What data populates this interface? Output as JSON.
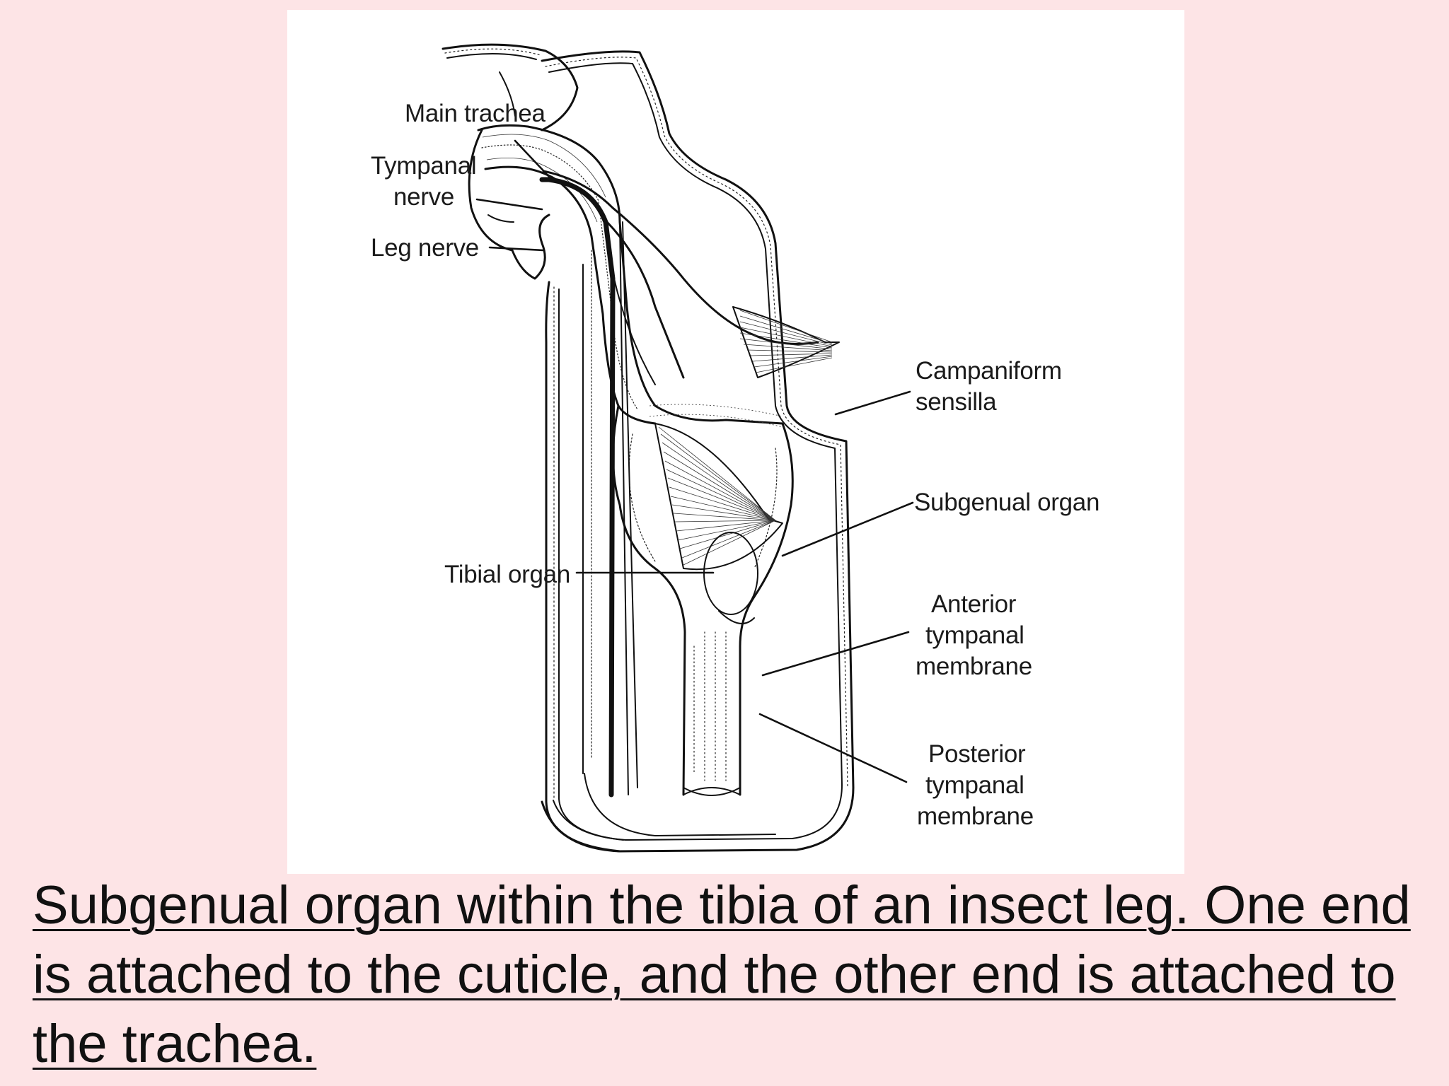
{
  "diagram": {
    "labels": {
      "main_trachea": "Main trachea",
      "tympanal_nerve_line1": "Tympanal",
      "tympanal_nerve_line2": "nerve",
      "leg_nerve": "Leg nerve",
      "campaniform_line1": "Campaniform",
      "campaniform_line2": "sensilla",
      "subgenual_organ": "Subgenual organ",
      "tibial_organ": "Tibial organ",
      "anterior_line1": "Anterior",
      "anterior_line2": "tympanal",
      "anterior_line3": "membrane",
      "posterior_line1": "Posterior",
      "posterior_line2": "tympanal",
      "posterior_line3": "membrane"
    }
  },
  "caption": "Subgenual organ within the tibia of an insect leg. One end is attached to the cuticle, and the other end is attached to the trachea."
}
